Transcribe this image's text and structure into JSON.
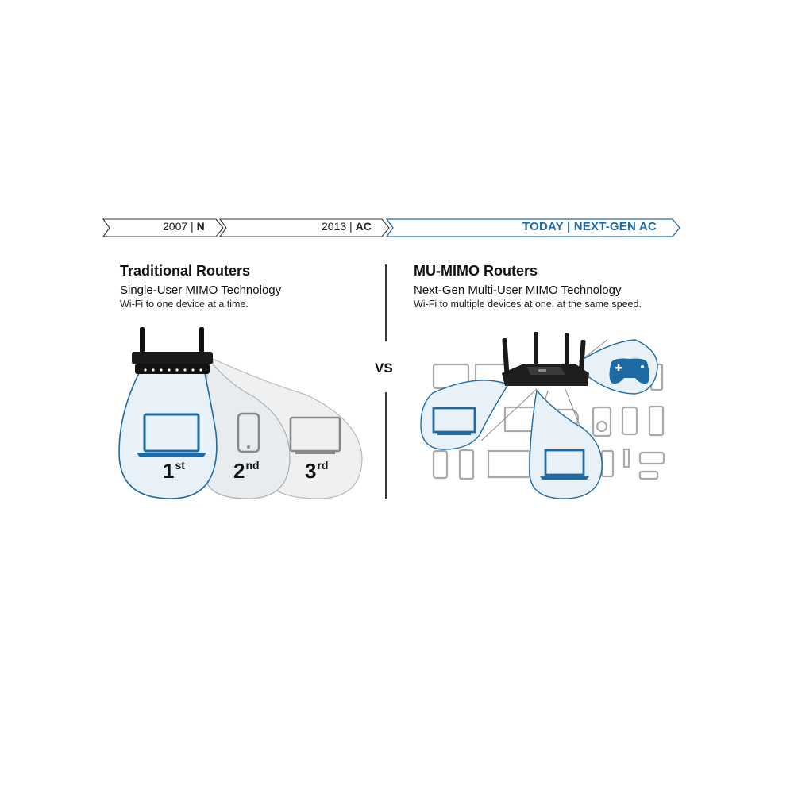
{
  "timeline": {
    "n_year": "2007",
    "n_sep": "|",
    "n_std": "N",
    "ac_year": "2013",
    "ac_sep": "|",
    "ac_std": "AC",
    "today": "TODAY",
    "today_sep": "|",
    "today_std": "NEXT-GEN AC"
  },
  "left": {
    "title": "Traditional Routers",
    "subtitle": "Single-User MIMO Technology",
    "desc": "Wi-Fi to one device at a time.",
    "ranks": [
      {
        "num": "1",
        "suffix": "st"
      },
      {
        "num": "2",
        "suffix": "nd"
      },
      {
        "num": "3",
        "suffix": "rd"
      }
    ]
  },
  "vs": "VS",
  "right": {
    "title": "MU-MIMO Routers",
    "subtitle": "Next-Gen Multi-User MIMO Technology",
    "desc": "Wi-Fi to multiple devices at one, at the same speed."
  },
  "colors": {
    "accent": "#1d6aa5",
    "bubble_fill": "#e8f1f8",
    "bubble_gray": "#eef0f1",
    "device_gray": "#a9a9a9"
  },
  "icons": [
    "router-icon",
    "laptop-icon",
    "phone-icon",
    "monitor-icon",
    "gamepad-icon",
    "tower-icon",
    "speaker-icon",
    "usb-icon",
    "media-player-icon",
    "tablet-icon"
  ]
}
